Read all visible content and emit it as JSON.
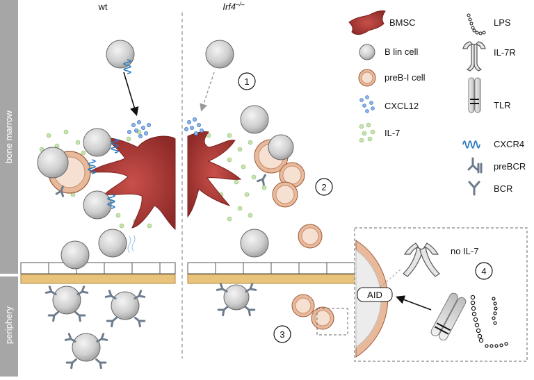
{
  "labels": {
    "wt": "wt",
    "irf4": "Irf4",
    "irf4_sup": "–/–",
    "bone_marrow": "bone marrow",
    "periphery": "periphery",
    "no_il7": "no IL-7",
    "aid": "AID"
  },
  "steps": [
    "1",
    "2",
    "3",
    "4"
  ],
  "legend": {
    "left": [
      "BMSC",
      "B lin cell",
      "preB-I cell",
      "CXCL12",
      "IL-7"
    ],
    "right": [
      "LPS",
      "IL-7R",
      "TLR",
      "CXCR4",
      "preBCR",
      "BCR"
    ]
  },
  "colors": {
    "bmsc": "#b53a36",
    "bmsc_dark": "#8e2a28",
    "cell_fill": "#c8c8c8",
    "preb_ring": "#d4916a",
    "cxcl12": "#5b8fd1",
    "il7": "#b9dba0",
    "cxcr4": "#2a78c2",
    "stroma_band": "#e9c27c",
    "sidebar": "#a6a6a6"
  },
  "icons": [
    "bmsc-icon",
    "b-lin-cell-icon",
    "preb-cell-icon",
    "cxcl12-icon",
    "il7-icon",
    "lps-icon",
    "il7r-icon",
    "tlr-icon",
    "cxcr4-icon",
    "prebcr-icon",
    "bcr-icon"
  ]
}
